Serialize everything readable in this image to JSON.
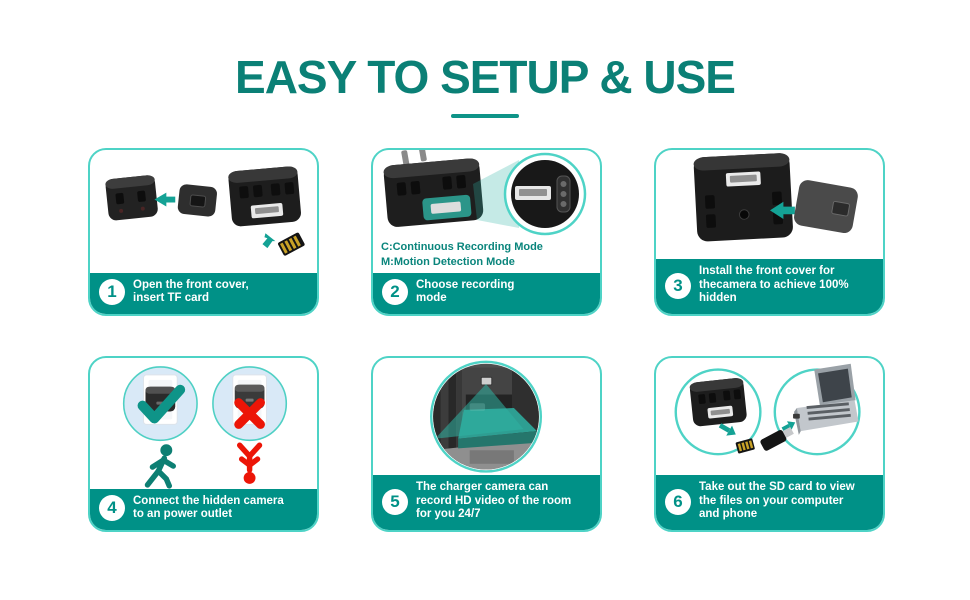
{
  "title": "EASY TO SETUP & USE",
  "colors": {
    "title_teal": "#0B8076",
    "caption_bar_teal": "#009187",
    "card_border_turquoise": "#4ED3C6",
    "accent_teal": "#14A295",
    "check_teal": "#0E9488",
    "error_red": "#EC1507",
    "outlet_circle_blue": "#D9E9F7"
  },
  "steps": [
    {
      "number": "1",
      "lines": [
        "Open the front cover,",
        "insert TF card"
      ]
    },
    {
      "number": "2",
      "lines": [
        "Choose recording",
        "mode"
      ],
      "modes": [
        "C:Continuous Recording Mode",
        "M:Motion Detection Mode"
      ]
    },
    {
      "number": "3",
      "lines": [
        "Install the front cover for",
        "thecamera to achieve 100%",
        "hidden"
      ]
    },
    {
      "number": "4",
      "lines": [
        "Connect the hidden camera",
        "to an power outlet"
      ]
    },
    {
      "number": "5",
      "lines": [
        "The charger camera can",
        "record HD video of the room",
        "for you 24/7"
      ]
    },
    {
      "number": "6",
      "lines": [
        "Take out the SD card to view",
        "the files on your computer",
        "and phone"
      ]
    }
  ]
}
